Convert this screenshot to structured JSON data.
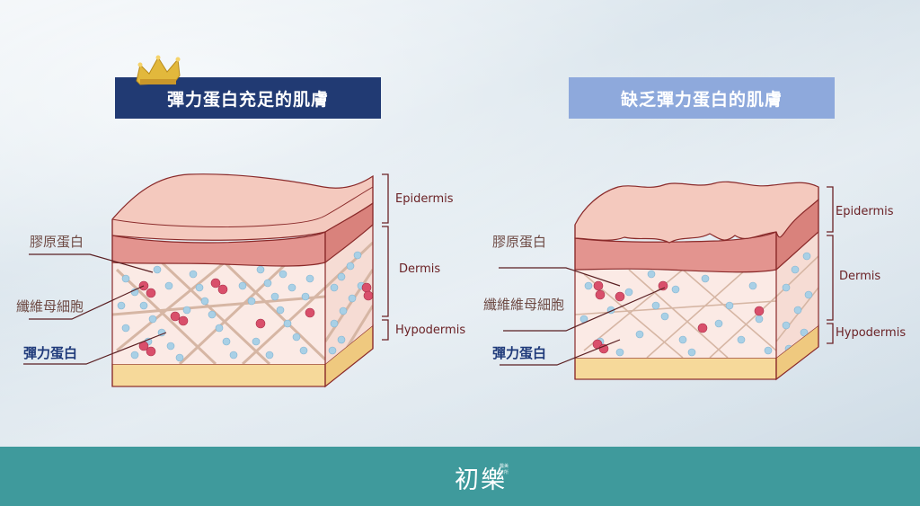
{
  "left_panel": {
    "title": "彈力蛋白充足的肌膚",
    "labels": {
      "collagen": "膠原蛋白",
      "fibroblast": "纖維母細胞",
      "elastin": "彈力蛋白"
    },
    "layers": {
      "epidermis": "Epidermis",
      "dermis": "Dermis",
      "hypodermis": "Hypodermis"
    }
  },
  "right_panel": {
    "title": "缺乏彈力蛋白的肌膚",
    "labels": {
      "collagen": "膠原蛋白",
      "fibroblast": "纖維維母細胞",
      "elastin": "彈力蛋白"
    },
    "layers": {
      "epidermis": "Epidermis",
      "dermis": "Dermis",
      "hypodermis": "Hypodermis"
    }
  },
  "footer": {
    "brand": "初樂",
    "brand_small": "醫美診所"
  },
  "colors": {
    "banner_dark": "#213a73",
    "banner_light": "#8ea9dc",
    "footer": "#3f9a9c",
    "epidermis": "#f4c9be",
    "dermis_band": "#e3948f",
    "dermis": "#fbeae5",
    "hypodermis": "#f6d99a",
    "fiber": "#d6b6a4",
    "elastin_dot": "#a9d0e6",
    "cell": "#d94f6b"
  },
  "icons": {
    "crown": "crown-icon",
    "logo": "leaf-logo-icon"
  }
}
